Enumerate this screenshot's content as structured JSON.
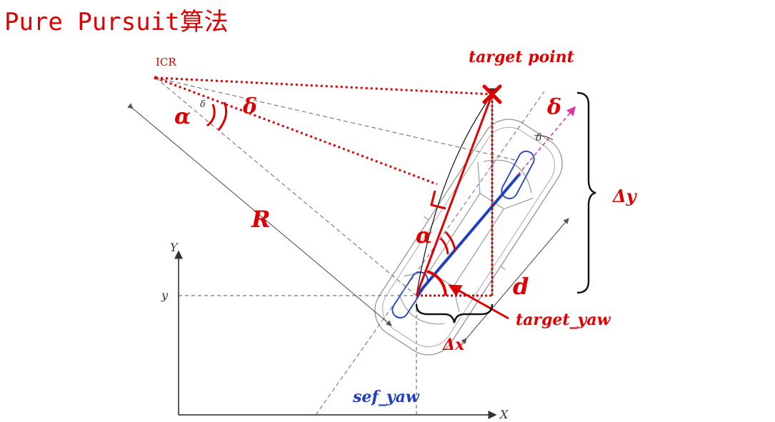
{
  "title": "Pure Pursuit算法",
  "labels": {
    "target_point": "target point",
    "icr": "ICR",
    "alpha_icr": "α",
    "delta_icr": "δ",
    "delta_small_icr": "δ",
    "radius": "R",
    "alpha_vehicle": "α",
    "delta_steer": "δ",
    "delta_small_steer": "δ",
    "lookahead_distance": "d",
    "delta_y": "Δy",
    "delta_x": "Δx",
    "target_yaw": "target_yaw",
    "self_yaw": "sef_yaw",
    "axis_y": "Y",
    "axis_x": "X",
    "y_tick": "y"
  },
  "colors": {
    "red": "#e00000",
    "blue": "#1f3fc0",
    "magenta": "#d63aa0",
    "gray": "#555555"
  },
  "icons": {
    "target_marker": "x-cross-icon"
  }
}
